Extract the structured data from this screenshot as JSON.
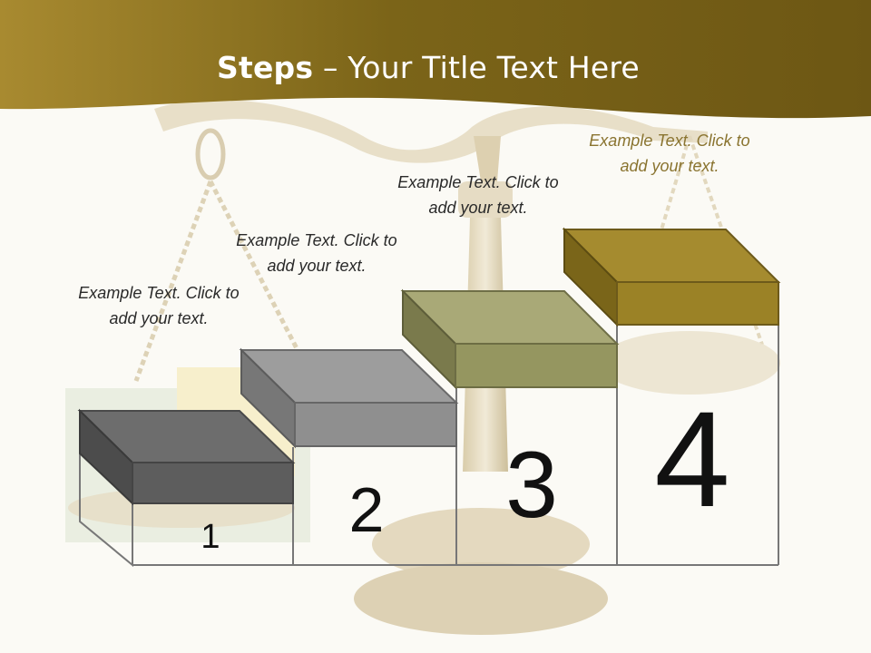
{
  "title": {
    "bold": "Steps",
    "rest": " – Your Title Text Here"
  },
  "steps": [
    {
      "number": "1",
      "text": "Example Text. Click  to add your text."
    },
    {
      "number": "2",
      "text": "Example Text. Click  to add your text."
    },
    {
      "number": "3",
      "text": "Example Text. Click  to add your text."
    },
    {
      "number": "4",
      "text": "Example Text. Click  to add your text."
    }
  ],
  "colors": {
    "header": "#8f7422",
    "block1": "#5d5d5d",
    "block2": "#8f8f8f",
    "block3": "#959660",
    "block4": "#9b8226"
  }
}
